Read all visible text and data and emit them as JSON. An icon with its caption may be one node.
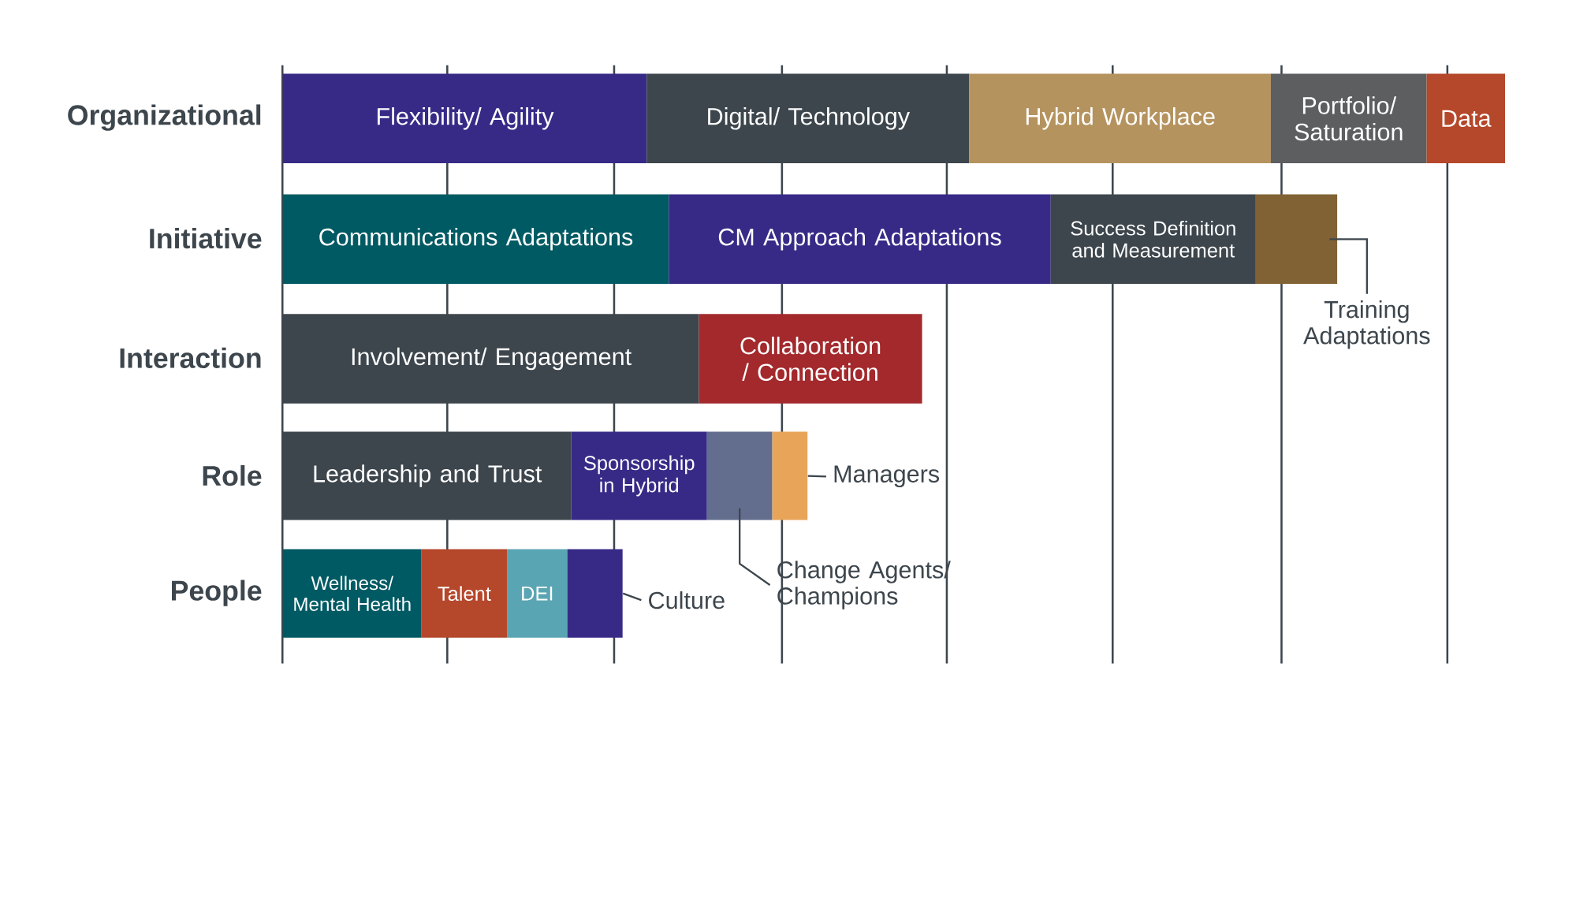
{
  "diagram": {
    "nodes": [
      {
        "text": [
          "Flexibility/ Agility"
        ]
      },
      {
        "text": [
          "Digital/ Technology"
        ]
      },
      {
        "text": [
          "Hybrid Workplace"
        ]
      },
      {
        "text": [
          "Portfolio/ Saturation"
        ]
      },
      {
        "text": [
          "Data"
        ]
      },
      {
        "text": [
          "Communications Adaptations"
        ]
      },
      {
        "text": [
          "CM Approach Adaptations"
        ]
      },
      {
        "text": [
          "Success Definition and Measurement"
        ]
      },
      {
        "text": [],
        "shape": "bar"
      },
      {
        "text": [
          "Training Adaptations"
        ]
      },
      {
        "text": [
          "Involvement/ Engagement"
        ]
      },
      {
        "text": [
          "Collaboration / Connection"
        ]
      },
      {
        "text": [
          "Leadership and Trust"
        ]
      },
      {
        "text": [
          "Sponsorship in Hybrid"
        ]
      },
      {
        "text": [],
        "shape": "bar"
      },
      {
        "text": [],
        "shape": "bar"
      },
      {
        "text": [
          "Managers"
        ]
      },
      {
        "text": [
          "Wellness/ Mental Health"
        ]
      },
      {
        "text": [
          "Talent"
        ]
      },
      {
        "text": [
          "DEI"
        ]
      },
      {
        "text": [],
        "shape": "bar"
      },
      {
        "text": [
          "Culture"
        ]
      },
      {
        "text": [
          "Change Agents/ Champions"
        ]
      }
    ],
    "edges": [
      {
        "from": 9,
        "to": 8,
        "arrow": "none"
      },
      {
        "from": 16,
        "to": 15,
        "arrow": "none"
      },
      {
        "from": 22,
        "to": 14,
        "arrow": "none"
      },
      {
        "from": 21,
        "to": 20,
        "arrow": "none"
      }
    ],
    "labels": [
      "Organizational",
      "Initiative",
      "Interaction",
      "Role",
      "People"
    ]
  }
}
